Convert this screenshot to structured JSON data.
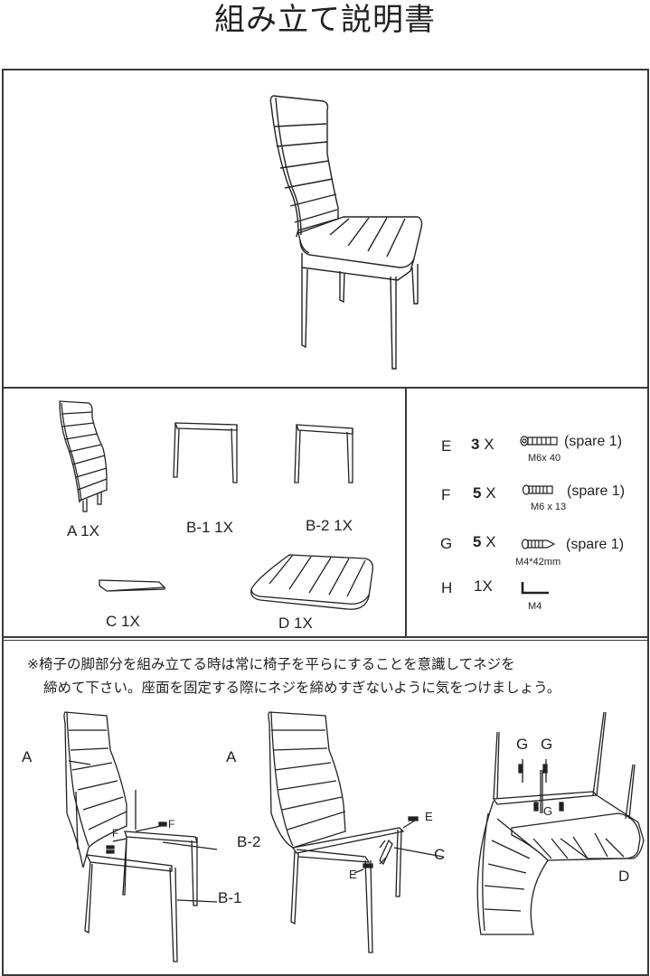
{
  "document": {
    "title": "組み立て説明書"
  },
  "parts": [
    {
      "id": "A",
      "label": "A  1X"
    },
    {
      "id": "B-1",
      "label": "B-1  1X"
    },
    {
      "id": "B-2",
      "label": "B-2  1X"
    },
    {
      "id": "C",
      "label": "C  1X"
    },
    {
      "id": "D",
      "label": "D  1X"
    }
  ],
  "hardware": [
    {
      "letter": "E",
      "qty": "3",
      "x": "X",
      "spare": "(spare 1)",
      "size": "M6x 40",
      "icon": "bolt-icon"
    },
    {
      "letter": "F",
      "qty": "5",
      "x": "X",
      "spare": "(spare 1)",
      "size": "M6 x 13",
      "icon": "short-bolt-icon"
    },
    {
      "letter": "G",
      "qty": "5",
      "x": "X",
      "spare": "(spare 1)",
      "size": "M4*42mm",
      "icon": "wood-screw-icon"
    },
    {
      "letter": "H",
      "qty": "1X",
      "size": "M4",
      "icon": "allen-key-icon"
    }
  ],
  "note": {
    "line1": "※椅子の脚部分を組み立てる時は常に椅子を平らにすることを意識してネジを",
    "line2": "締めて下さい。座面を固定する際にネジを締めすぎないように気をつけましょう。"
  },
  "steps": {
    "step1": {
      "A": "A",
      "F1": "F",
      "F2": "F",
      "B2": "B-2",
      "B1": "B-1"
    },
    "step2": {
      "A": "A",
      "E1": "E",
      "E2": "E",
      "C": "C"
    },
    "step3": {
      "G1": "G",
      "G2": "G",
      "G3": "G",
      "D": "D"
    }
  }
}
